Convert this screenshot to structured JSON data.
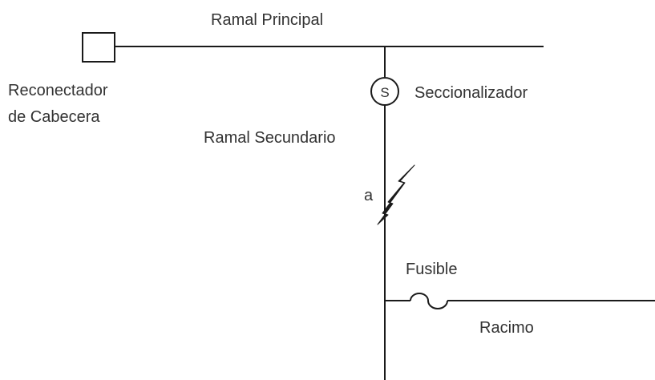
{
  "labels": {
    "ramal_principal": "Ramal Principal",
    "reconectador_line1": "Reconectador",
    "reconectador_line2": "de Cabecera",
    "seccionalizador_symbol": "S",
    "seccionalizador": "Seccionalizador",
    "ramal_secundario": "Ramal Secundario",
    "fault_point": "a",
    "fusible": "Fusible",
    "racimo": "Racimo"
  },
  "colors": {
    "line": "#1a1a1a",
    "text": "#333333",
    "background": "#ffffff"
  },
  "icons": {
    "recloser": "square-recloser-icon",
    "sectionalizer": "circle-s-sectionalizer-icon",
    "fault": "lightning-bolt-icon",
    "fuse": "fuse-arc-icon"
  }
}
